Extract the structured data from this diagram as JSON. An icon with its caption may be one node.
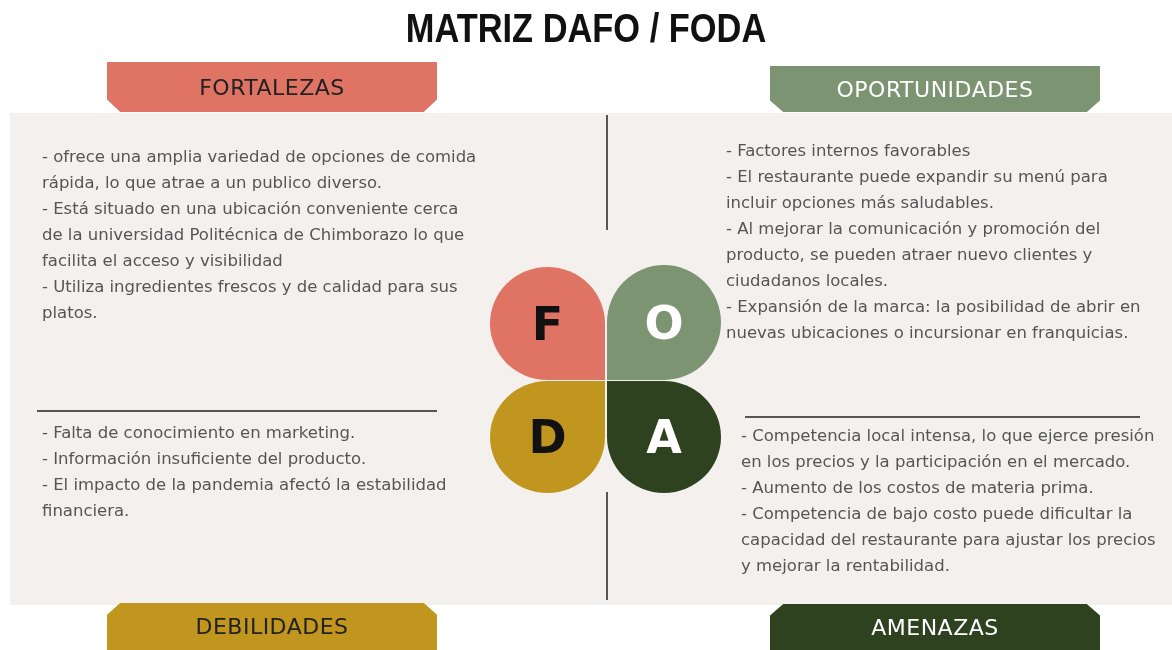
{
  "diagram": {
    "title": "MATRIZ DAFO / FODA",
    "nodes": [
      {
        "text": [
          "FORTALEZAS"
        ]
      },
      {
        "text": [
          "OPORTUNIDADES"
        ]
      },
      {
        "text": [
          "F"
        ]
      },
      {
        "text": [
          "O"
        ]
      },
      {
        "text": [
          "D"
        ]
      },
      {
        "text": [
          "A"
        ]
      },
      {
        "text": [
          "DEBILIDADES"
        ]
      },
      {
        "text": [
          "AMENAZAS"
        ]
      }
    ],
    "labels": [
      "- ofrece una amplia variedad de opciones de comida rápida, lo que atrae a un publico diverso.",
      "- Está situado en una ubicación conveniente cerca de la universidad Politécnica de Chimborazo lo que facilita el acceso y visibilidad",
      "- Utiliza ingredientes frescos y de calidad para sus platos.",
      "- Factores internos favorables",
      "- El restaurante puede expandir su menú para incluir opciones más saludables.",
      "- Al mejorar la comunicación y promoción del producto, se pueden atraer nuevo clientes y ciudadanos locales.",
      "- Expansión de la marca: la posibilidad de abrir en nuevas ubicaciones o incursionar en franquicias.",
      "- Falta de conocimiento en marketing.",
      "- Información insuficiente del producto.",
      "- El impacto de la pandemia afectó la estabilidad financiera.",
      "- Competencia local intensa, lo que ejerce presión en los precios y la participación en el mercado.",
      "- Aumento de los costos de materia prima.",
      "- Competencia de bajo costo puede dificultar la capacidad del restaurante para ajustar los precios y mejorar la rentabilidad."
    ]
  }
}
